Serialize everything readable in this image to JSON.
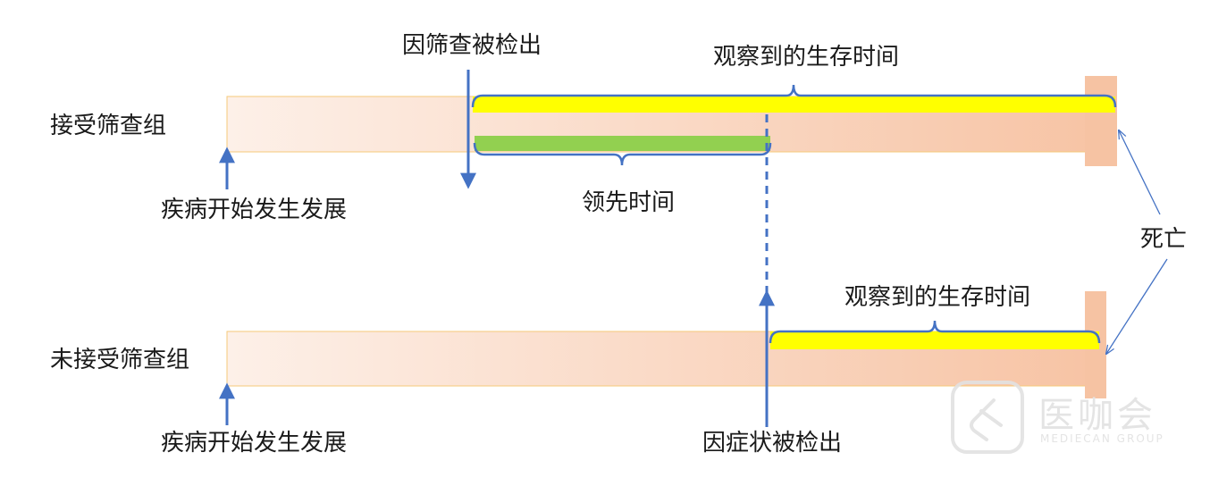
{
  "diagram": {
    "rows": [
      {
        "group_label": "接受筛查组",
        "onset_label": "疾病开始发生发展",
        "detection_label": "因筛查被检出",
        "observed_label": "观察到的生存时间",
        "lead_time_label": "领先时间"
      },
      {
        "group_label": "未接受筛查组",
        "onset_label": "疾病开始发生发展",
        "detection_label": "因症状被检出",
        "observed_label": "观察到的生存时间"
      }
    ],
    "death_label": "死亡",
    "watermark": {
      "brand": "医咖会",
      "subtitle": "MEDIECAN GROUP"
    }
  },
  "colors": {
    "bar_start": "#fdf0e8",
    "bar_end": "#f7c4a5",
    "bar_border": "#f6c97a",
    "death_block": "#f6c3a3",
    "observed_bar": "#ffff00",
    "lead_bar": "#92d050",
    "arrow": "#4472c4",
    "brace": "#4472c4"
  }
}
